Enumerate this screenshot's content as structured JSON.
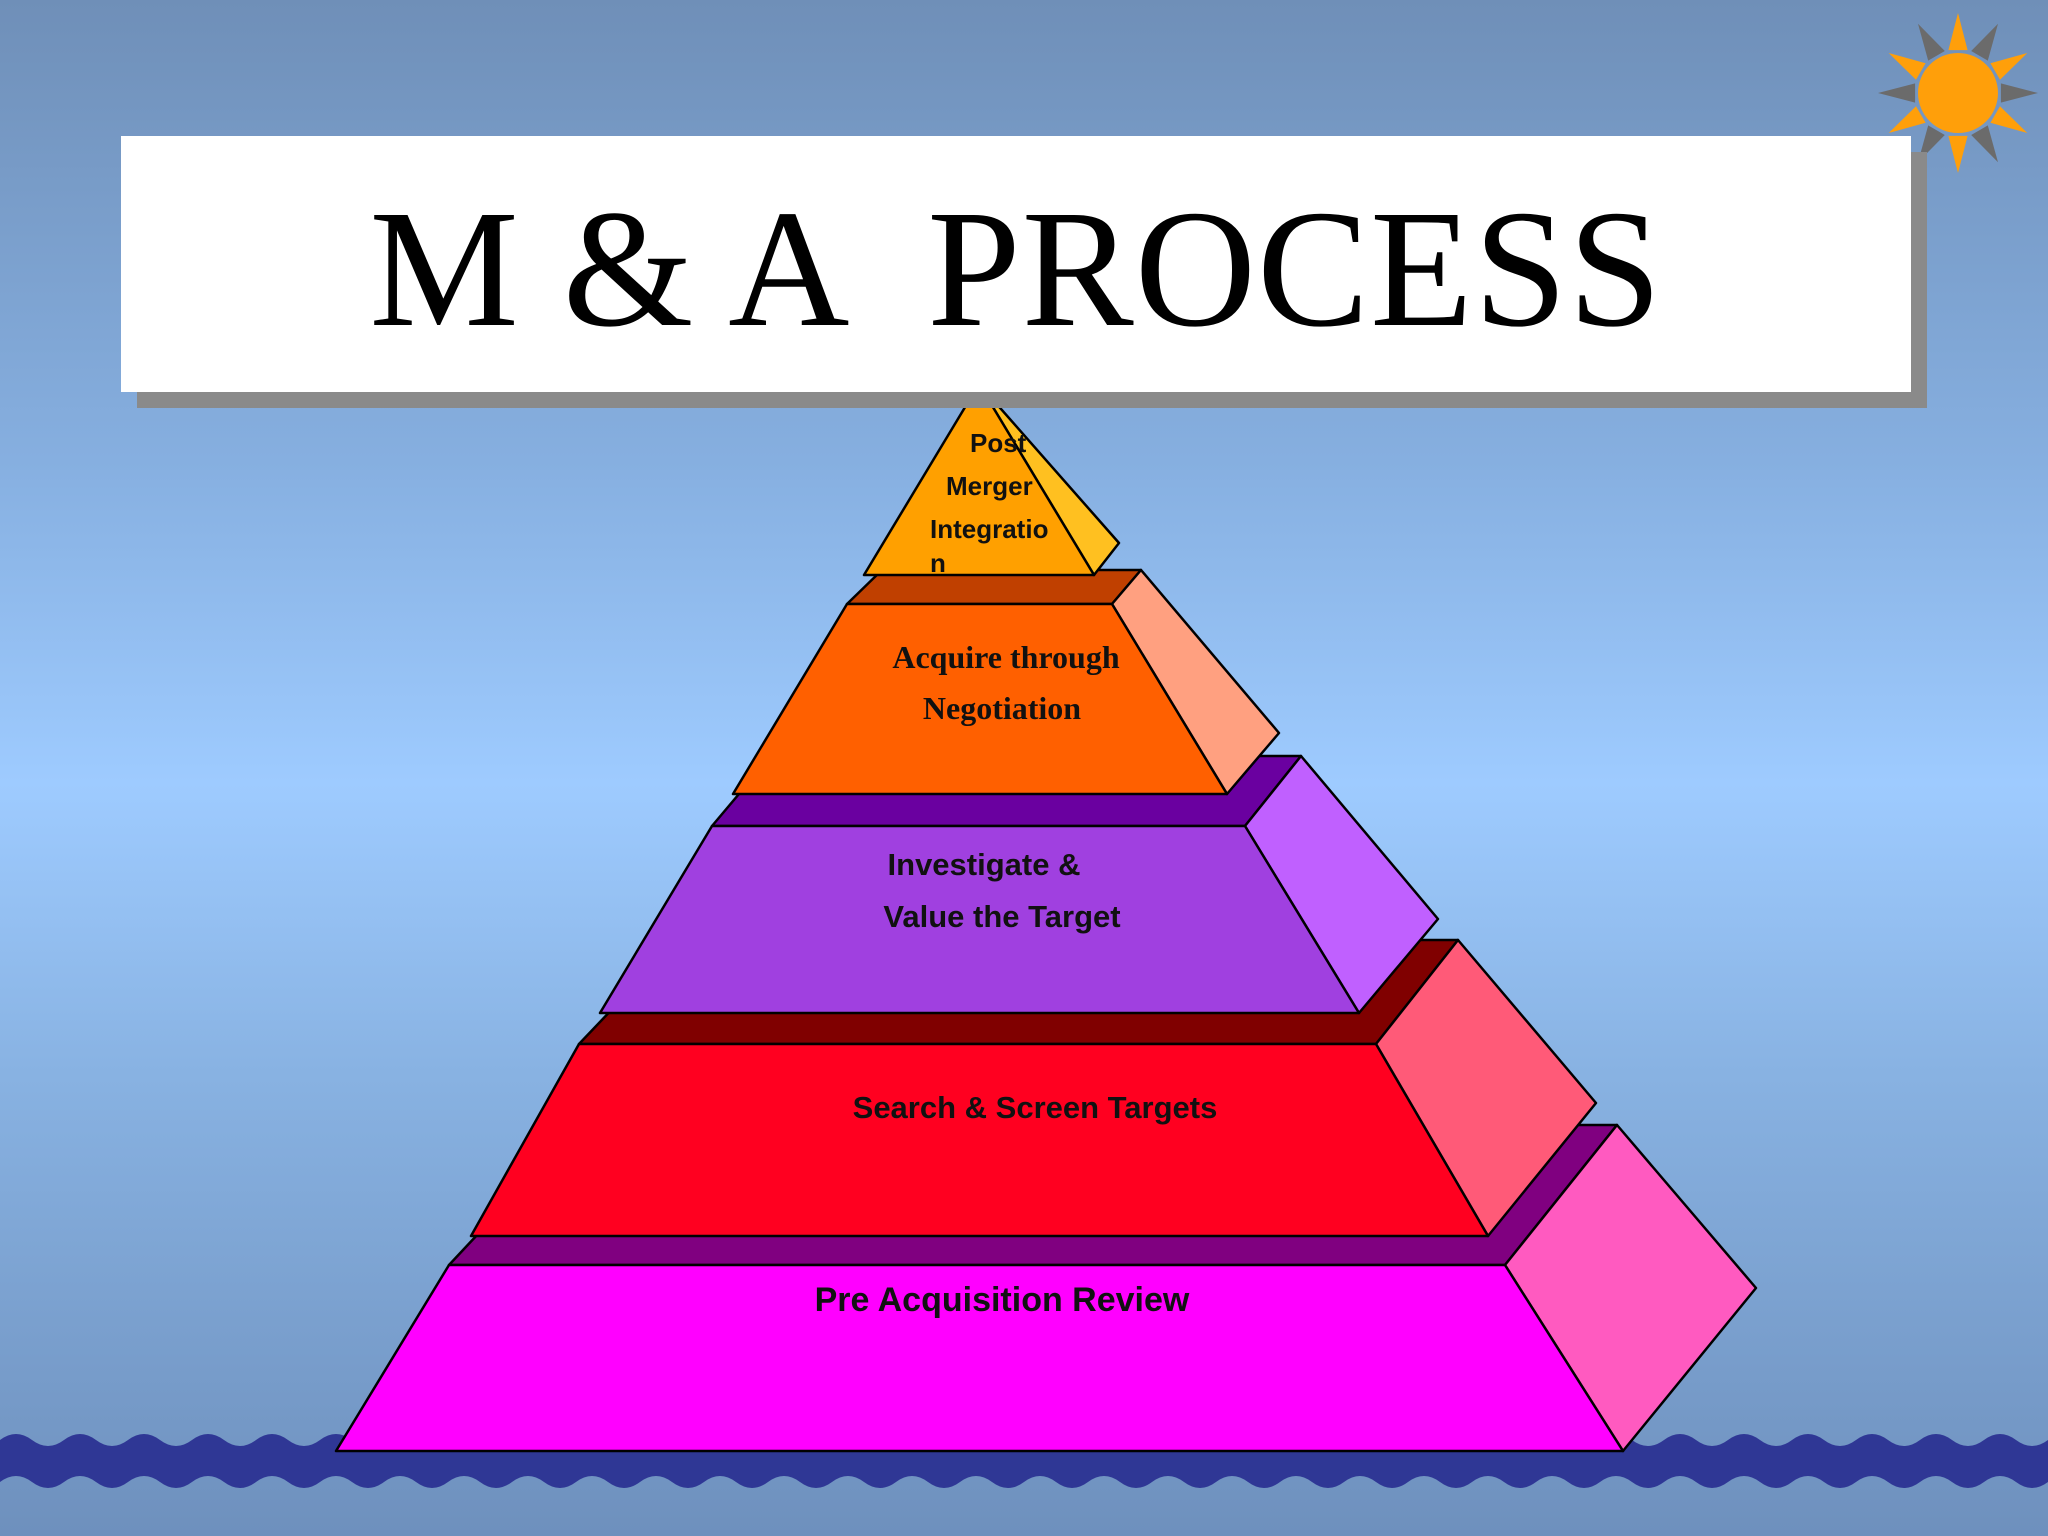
{
  "slide": {
    "title": "M & A  PROCESS",
    "background_top": "#6f8fb8",
    "background_mid": "#9ecbff"
  },
  "decorations": {
    "sun_icon": "sun-icon",
    "sun_color": "#ff9f0a",
    "sun_rays_colors": [
      "#ff9f0a",
      "#6b6b6b"
    ],
    "waves_color": "#2f3795"
  },
  "pyramid": {
    "levels": [
      {
        "id": "top",
        "lines": [
          "Post",
          "Merger",
          "Integratio",
          "n"
        ],
        "front_color": "#ffa000",
        "side_color": "#ffc020"
      },
      {
        "id": "level4",
        "lines": [
          "Acquire through",
          "Negotiation"
        ],
        "front_color": "#ff6000",
        "top_color": "#c04000",
        "side_color": "#ffa080"
      },
      {
        "id": "level3",
        "lines": [
          "Investigate &",
          "Value the Target"
        ],
        "front_color": "#a040e0",
        "top_color": "#6a00a0",
        "side_color": "#c060ff"
      },
      {
        "id": "level2",
        "lines": [
          "Search & Screen Targets"
        ],
        "front_color": "#ff0020",
        "top_color": "#800000",
        "side_color": "#ff5a78"
      },
      {
        "id": "level1",
        "lines": [
          "Pre Acquisition Review"
        ],
        "front_color": "#ff00ff",
        "top_color": "#800080",
        "side_color": "#ff5ac0"
      }
    ]
  }
}
